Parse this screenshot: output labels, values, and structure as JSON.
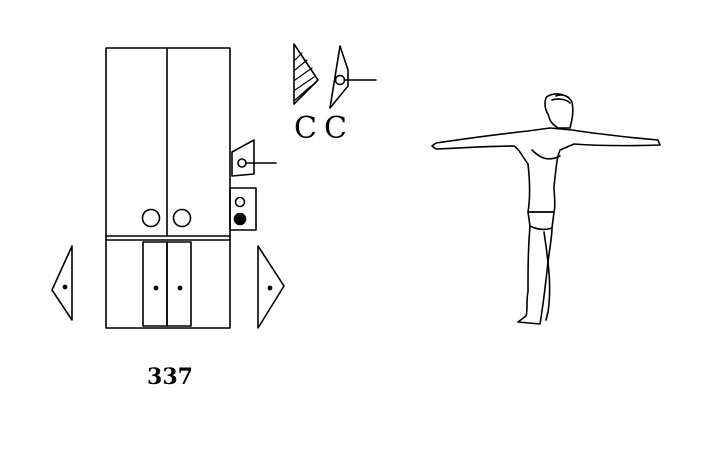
{
  "figure": {
    "number_label": "337",
    "staff_glyphs": [
      "C",
      "C"
    ],
    "ink_color": "#000000",
    "background_color": "#ffffff"
  },
  "symbols": {
    "left_direction_sign": "triangle-pointing-left",
    "right_direction_sign": "triangle-pointing-right",
    "hatched_sign": "hatched-triangle",
    "pin_signs": "pin-with-stroke",
    "filled_circle": "filled-dot",
    "open_circles": "hollow-dot"
  }
}
